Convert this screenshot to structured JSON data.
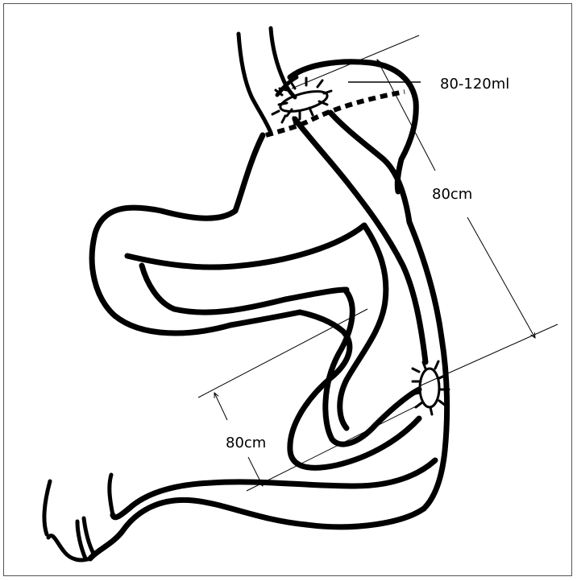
{
  "labels": {
    "pouch_volume": "80-120ml",
    "biliopancreatic_limb_length": "80cm",
    "alimentary_limb_length": "80cm"
  }
}
